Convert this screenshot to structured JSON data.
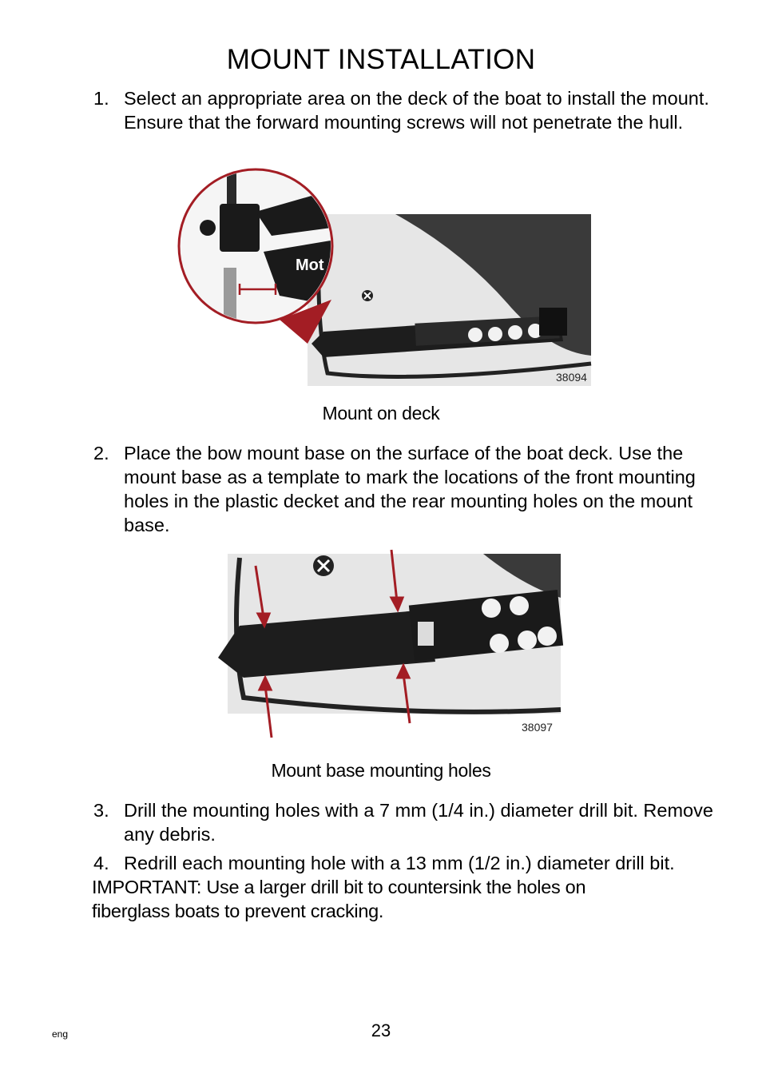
{
  "title": "MOUNT INSTALLATION",
  "steps": [
    {
      "num": "1.",
      "text": "Select an appropriate area on the deck of the boat to install the mount. Ensure that the forward mounting screws will not penetrate the hull."
    },
    {
      "num": "2.",
      "text": "Place the bow mount base on the surface of the boat deck. Use the mount base as a template to mark the locations of the front mounting holes in the plastic decket and the rear mounting holes on the mount base."
    },
    {
      "num": "3.",
      "text": "Drill the mounting holes with a 7 mm (1/4 in.) diameter drill bit. Remove any debris."
    },
    {
      "num": "4.",
      "text": "Redrill each mounting hole with a 13 mm (1/2 in.) diameter drill bit."
    }
  ],
  "figures": [
    {
      "id": "38094",
      "caption": "Mount on deck",
      "inset_label": "Mot"
    },
    {
      "id": "38097",
      "caption": "Mount base mounting holes"
    }
  ],
  "important": "IMPORTANT: Use a larger drill bit to countersink the holes on fiberglass boats to prevent cracking.",
  "footer": {
    "page": "23",
    "lang": "eng"
  },
  "colors": {
    "callout_red": "#a31d24",
    "mount_black": "#1a1a1a",
    "deck_grey": "#e4e4e4",
    "carpet_grey": "#3a3a3a"
  }
}
